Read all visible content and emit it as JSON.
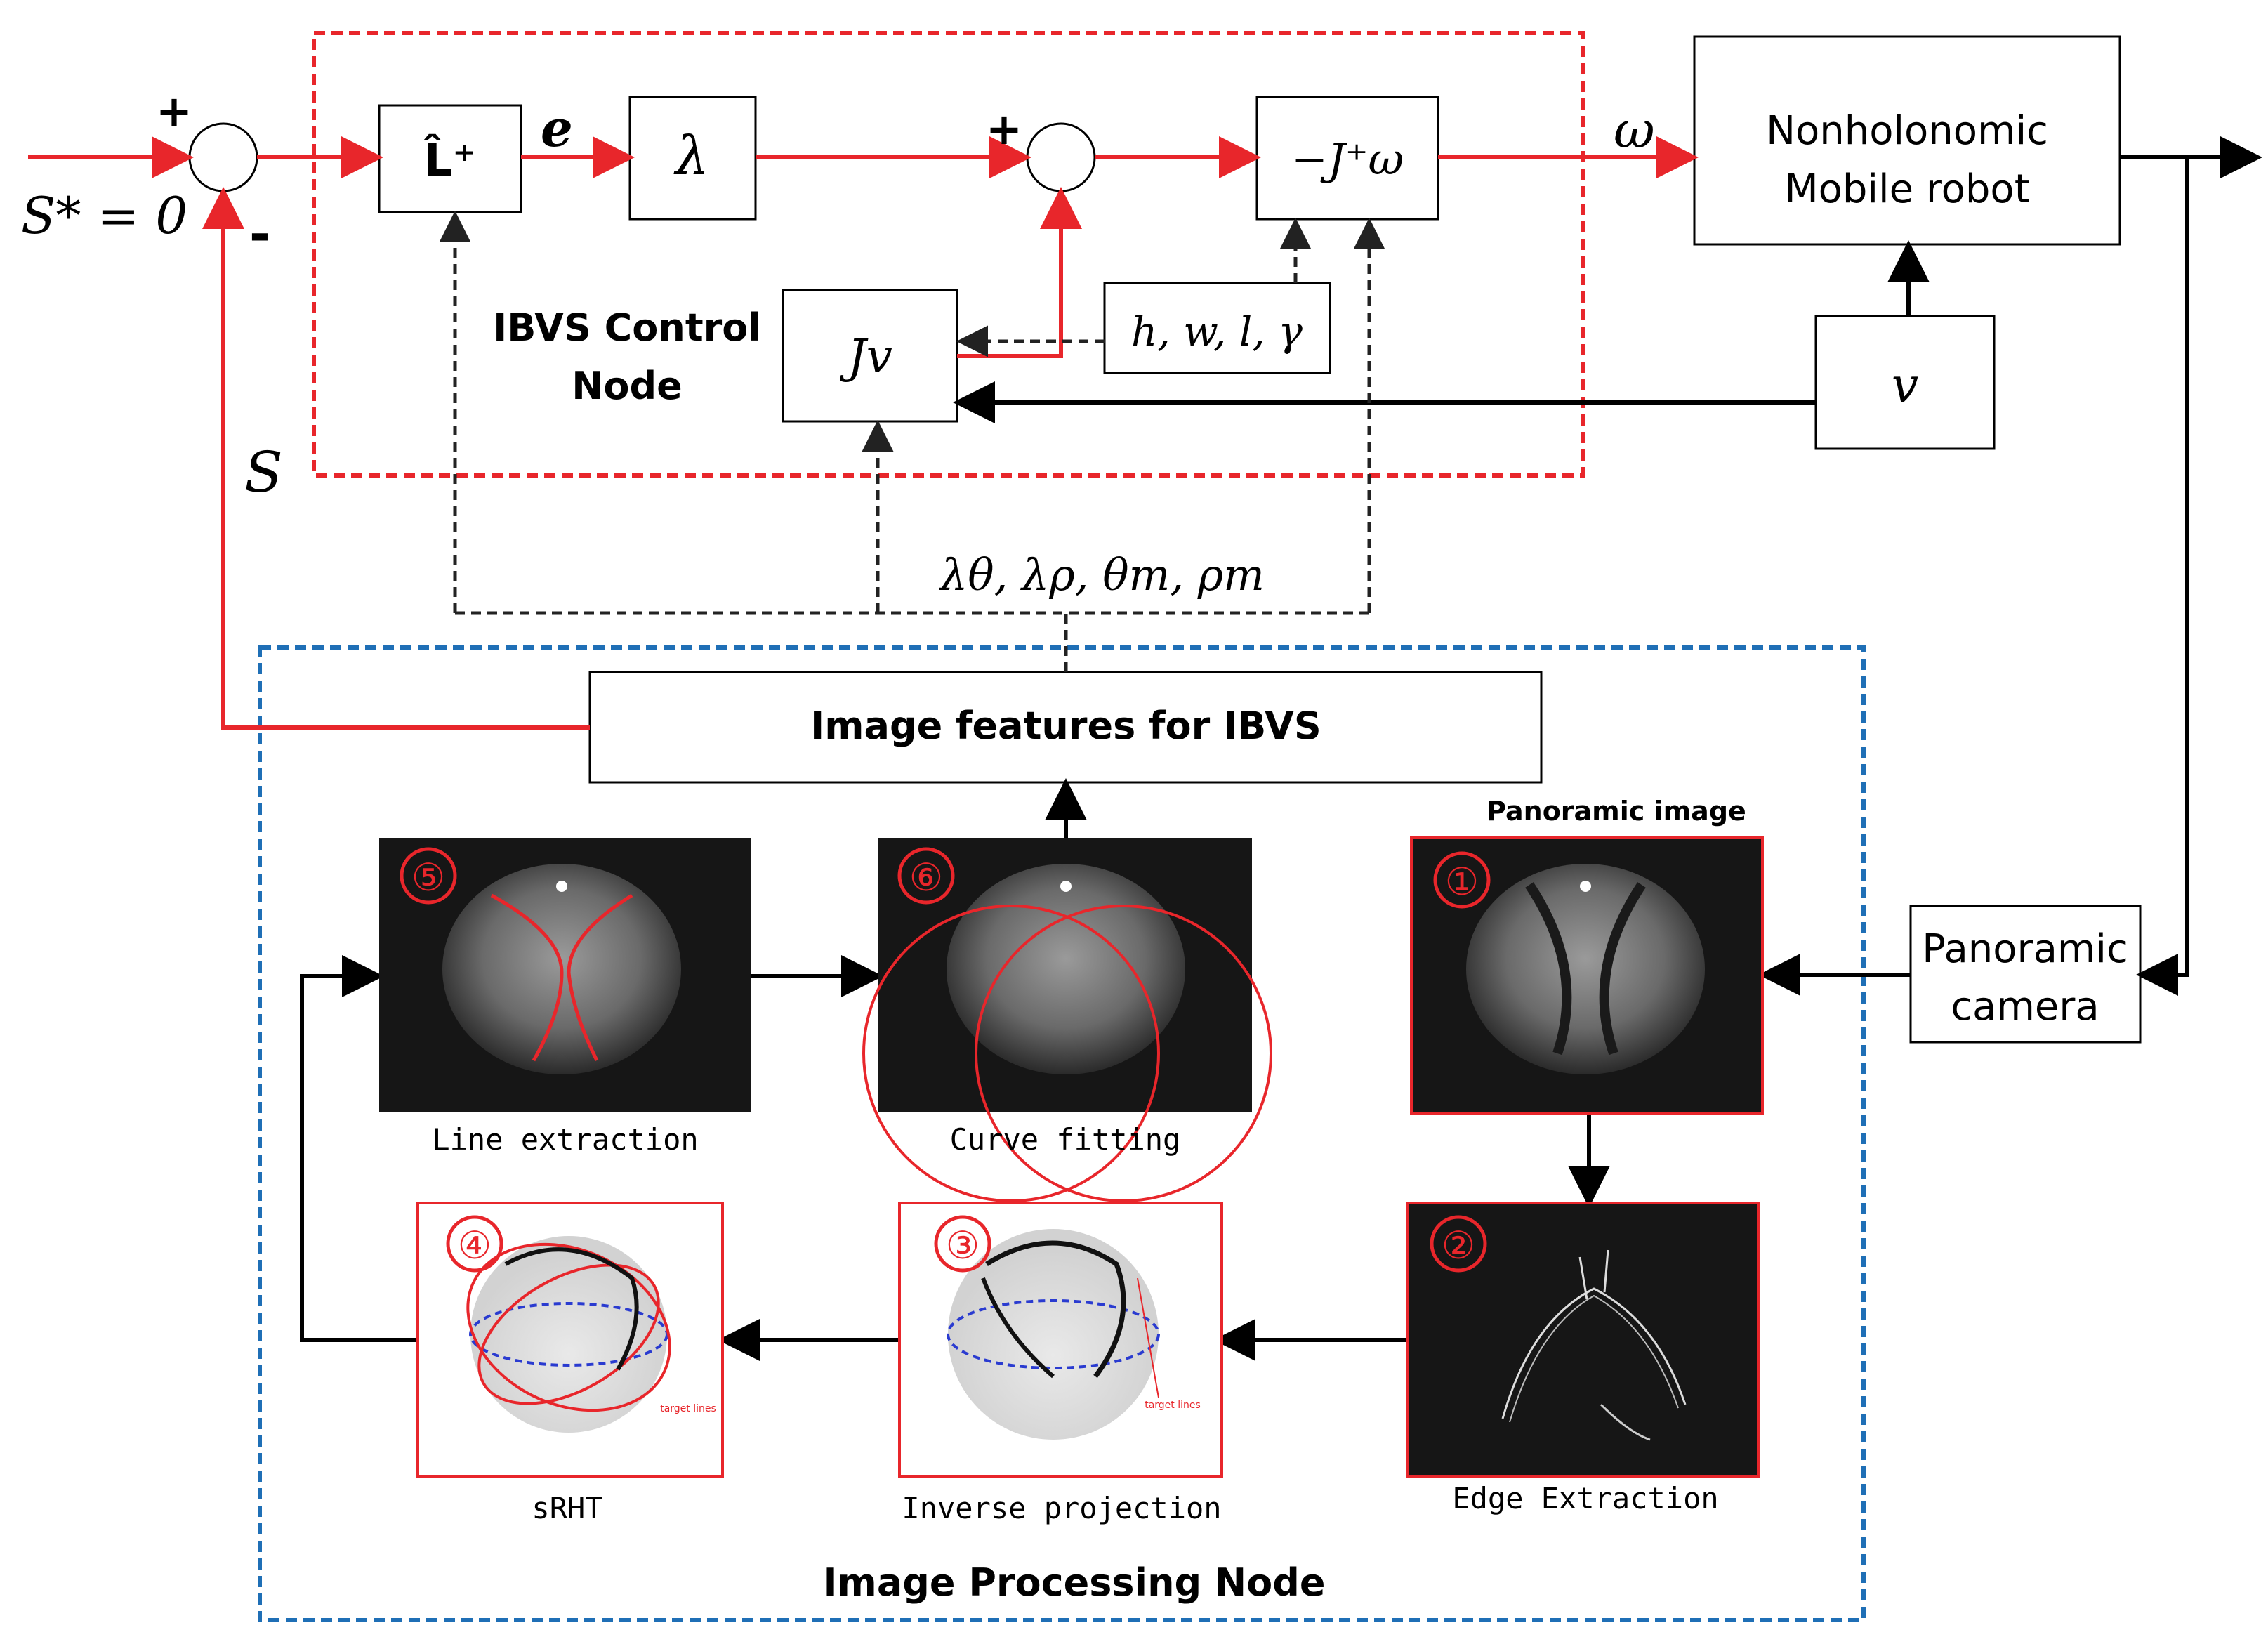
{
  "control_node": {
    "title_line1": "IBVS Control",
    "title_line2": "Node",
    "reference": "S* = 0",
    "plus_sign": "+",
    "minus_sign": "-",
    "plus_sign_2": "+",
    "feedback_label": "S",
    "error_label": "e",
    "omega_label": "ω",
    "blocks": {
      "L_hat_plus": "L̂⁺",
      "lambda": "λ",
      "J_omega": "−J⁺ω",
      "J_v": "Jv",
      "params": "h, w, l, γ",
      "v": "v"
    },
    "feature_params": "λθ, λρ, θm, ρm"
  },
  "robot": {
    "line1": "Nonholonomic",
    "line2": "Mobile robot"
  },
  "camera": {
    "line1": "Panoramic",
    "line2": "camera"
  },
  "processing_node": {
    "title": "Image Processing Node",
    "features_box": "Image features for IBVS",
    "panoramic_label": "Panoramic image",
    "steps": [
      {
        "badge": "①",
        "caption": ""
      },
      {
        "badge": "②",
        "caption": "Edge Extraction"
      },
      {
        "badge": "③",
        "caption": "Inverse projection"
      },
      {
        "badge": "④",
        "caption": "sRHT"
      },
      {
        "badge": "⑤",
        "caption": "Line extraction"
      },
      {
        "badge": "⑥",
        "caption": "Curve fitting"
      }
    ],
    "plot_annotation": "target lines"
  },
  "colors": {
    "signal_red": "#e8262b",
    "frame_blue": "#1f6fb6",
    "black": "#000000"
  }
}
